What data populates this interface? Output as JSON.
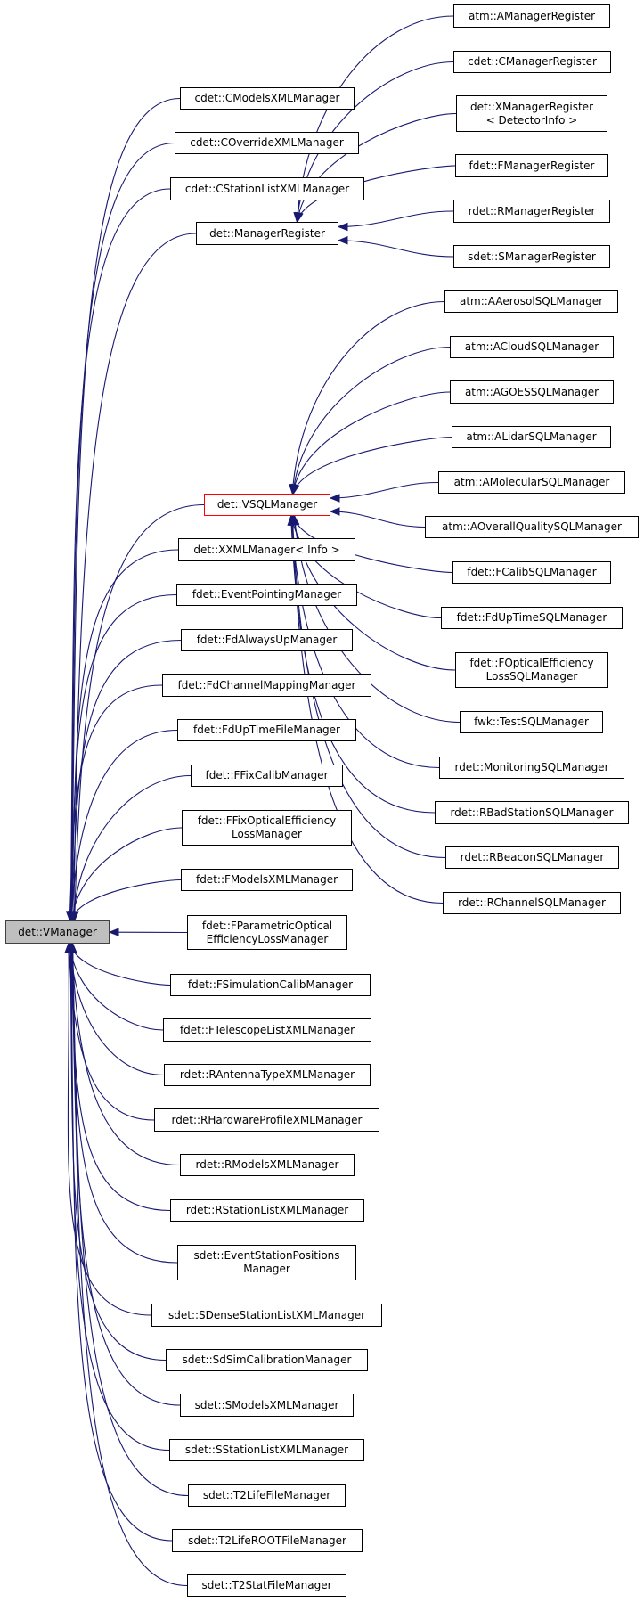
{
  "diagram": {
    "type": "class-inheritance-graph",
    "colors": {
      "edge": "#191970",
      "root_fill": "#bfbfbf",
      "highlight_border": "#ff0000",
      "node_border": "#000000"
    },
    "nodes": {
      "vmanager": {
        "label": "det::VManager",
        "role": "root"
      },
      "cmodels": {
        "label": "cdet::CModelsXMLManager"
      },
      "coverride": {
        "label": "cdet::COverrideXMLManager"
      },
      "cstationlist": {
        "label": "cdet::CStationListXMLManager"
      },
      "managerregister": {
        "label": "det::ManagerRegister"
      },
      "amanagerregister": {
        "label": "atm::AManagerRegister"
      },
      "cmanagerregister": {
        "label": "cdet::CManagerRegister"
      },
      "xmanagerregister": {
        "label": "det::XManagerRegister\n< DetectorInfo >"
      },
      "fmanagerregister": {
        "label": "fdet::FManagerRegister"
      },
      "rmanagerregister": {
        "label": "rdet::RManagerRegister"
      },
      "smanagerregister": {
        "label": "sdet::SManagerRegister"
      },
      "vsqlmanager": {
        "label": "det::VSQLManager",
        "role": "highlight"
      },
      "aaerosol": {
        "label": "atm::AAerosolSQLManager"
      },
      "acloud": {
        "label": "atm::ACloudSQLManager"
      },
      "agoes": {
        "label": "atm::AGOESSQLManager"
      },
      "alidar": {
        "label": "atm::ALidarSQLManager"
      },
      "amolecular": {
        "label": "atm::AMolecularSQLManager"
      },
      "aoverall": {
        "label": "atm::AOverallQualitySQLManager"
      },
      "fcalibsql": {
        "label": "fdet::FCalibSQLManager"
      },
      "fduptimesql": {
        "label": "fdet::FdUpTimeSQLManager"
      },
      "fopticalsql": {
        "label": "fdet::FOpticalEfficiency\nLossSQLManager"
      },
      "testsql": {
        "label": "fwk::TestSQLManager"
      },
      "monitoringsql": {
        "label": "rdet::MonitoringSQLManager"
      },
      "rbadstation": {
        "label": "rdet::RBadStationSQLManager"
      },
      "rbeacon": {
        "label": "rdet::RBeaconSQLManager"
      },
      "rchannel": {
        "label": "rdet::RChannelSQLManager"
      },
      "xxml": {
        "label": "det::XXMLManager< Info >"
      },
      "eventpointing": {
        "label": "fdet::EventPointingManager"
      },
      "fdalwaysup": {
        "label": "fdet::FdAlwaysUpManager"
      },
      "fdchannelmapping": {
        "label": "fdet::FdChannelMappingManager"
      },
      "fduptimefile": {
        "label": "fdet::FdUpTimeFileManager"
      },
      "ffixcalib": {
        "label": "fdet::FFixCalibManager"
      },
      "ffixoptical": {
        "label": "fdet::FFixOpticalEfficiency\nLossManager"
      },
      "fmodels": {
        "label": "fdet::FModelsXMLManager"
      },
      "fparametric": {
        "label": "fdet::FParametricOptical\nEfficiencyLossManager"
      },
      "fsimcalib": {
        "label": "fdet::FSimulationCalibManager"
      },
      "ftelescope": {
        "label": "fdet::FTelescopeListXMLManager"
      },
      "rantenna": {
        "label": "rdet::RAntennaTypeXMLManager"
      },
      "rhardware": {
        "label": "rdet::RHardwareProfileXMLManager"
      },
      "rmodels": {
        "label": "rdet::RModelsXMLManager"
      },
      "rstationlist": {
        "label": "rdet::RStationListXMLManager"
      },
      "eventstationpos": {
        "label": "sdet::EventStationPositions\nManager"
      },
      "sdense": {
        "label": "sdet::SDenseStationListXMLManager"
      },
      "sdsimcalib": {
        "label": "sdet::SdSimCalibrationManager"
      },
      "smodels": {
        "label": "sdet::SModelsXMLManager"
      },
      "sstationlist": {
        "label": "sdet::SStationListXMLManager"
      },
      "t2lifefile": {
        "label": "sdet::T2LifeFileManager"
      },
      "t2liferoot": {
        "label": "sdet::T2LifeROOTFileManager"
      },
      "t2statfile": {
        "label": "sdet::T2StatFileManager"
      }
    },
    "edges": [
      [
        "cmodels",
        "vmanager"
      ],
      [
        "coverride",
        "vmanager"
      ],
      [
        "cstationlist",
        "vmanager"
      ],
      [
        "managerregister",
        "vmanager"
      ],
      [
        "vsqlmanager",
        "vmanager"
      ],
      [
        "xxml",
        "vmanager"
      ],
      [
        "eventpointing",
        "vmanager"
      ],
      [
        "fdalwaysup",
        "vmanager"
      ],
      [
        "fdchannelmapping",
        "vmanager"
      ],
      [
        "fduptimefile",
        "vmanager"
      ],
      [
        "ffixcalib",
        "vmanager"
      ],
      [
        "ffixoptical",
        "vmanager"
      ],
      [
        "fmodels",
        "vmanager"
      ],
      [
        "fparametric",
        "vmanager"
      ],
      [
        "fsimcalib",
        "vmanager"
      ],
      [
        "ftelescope",
        "vmanager"
      ],
      [
        "rantenna",
        "vmanager"
      ],
      [
        "rhardware",
        "vmanager"
      ],
      [
        "rmodels",
        "vmanager"
      ],
      [
        "rstationlist",
        "vmanager"
      ],
      [
        "eventstationpos",
        "vmanager"
      ],
      [
        "sdense",
        "vmanager"
      ],
      [
        "sdsimcalib",
        "vmanager"
      ],
      [
        "smodels",
        "vmanager"
      ],
      [
        "sstationlist",
        "vmanager"
      ],
      [
        "t2lifefile",
        "vmanager"
      ],
      [
        "t2liferoot",
        "vmanager"
      ],
      [
        "t2statfile",
        "vmanager"
      ],
      [
        "amanagerregister",
        "managerregister"
      ],
      [
        "cmanagerregister",
        "managerregister"
      ],
      [
        "xmanagerregister",
        "managerregister"
      ],
      [
        "fmanagerregister",
        "managerregister"
      ],
      [
        "rmanagerregister",
        "managerregister"
      ],
      [
        "smanagerregister",
        "managerregister"
      ],
      [
        "aaerosol",
        "vsqlmanager"
      ],
      [
        "acloud",
        "vsqlmanager"
      ],
      [
        "agoes",
        "vsqlmanager"
      ],
      [
        "alidar",
        "vsqlmanager"
      ],
      [
        "amolecular",
        "vsqlmanager"
      ],
      [
        "aoverall",
        "vsqlmanager"
      ],
      [
        "fcalibsql",
        "vsqlmanager"
      ],
      [
        "fduptimesql",
        "vsqlmanager"
      ],
      [
        "fopticalsql",
        "vsqlmanager"
      ],
      [
        "testsql",
        "vsqlmanager"
      ],
      [
        "monitoringsql",
        "vsqlmanager"
      ],
      [
        "rbadstation",
        "vsqlmanager"
      ],
      [
        "rbeacon",
        "vsqlmanager"
      ],
      [
        "rchannel",
        "vsqlmanager"
      ]
    ]
  }
}
